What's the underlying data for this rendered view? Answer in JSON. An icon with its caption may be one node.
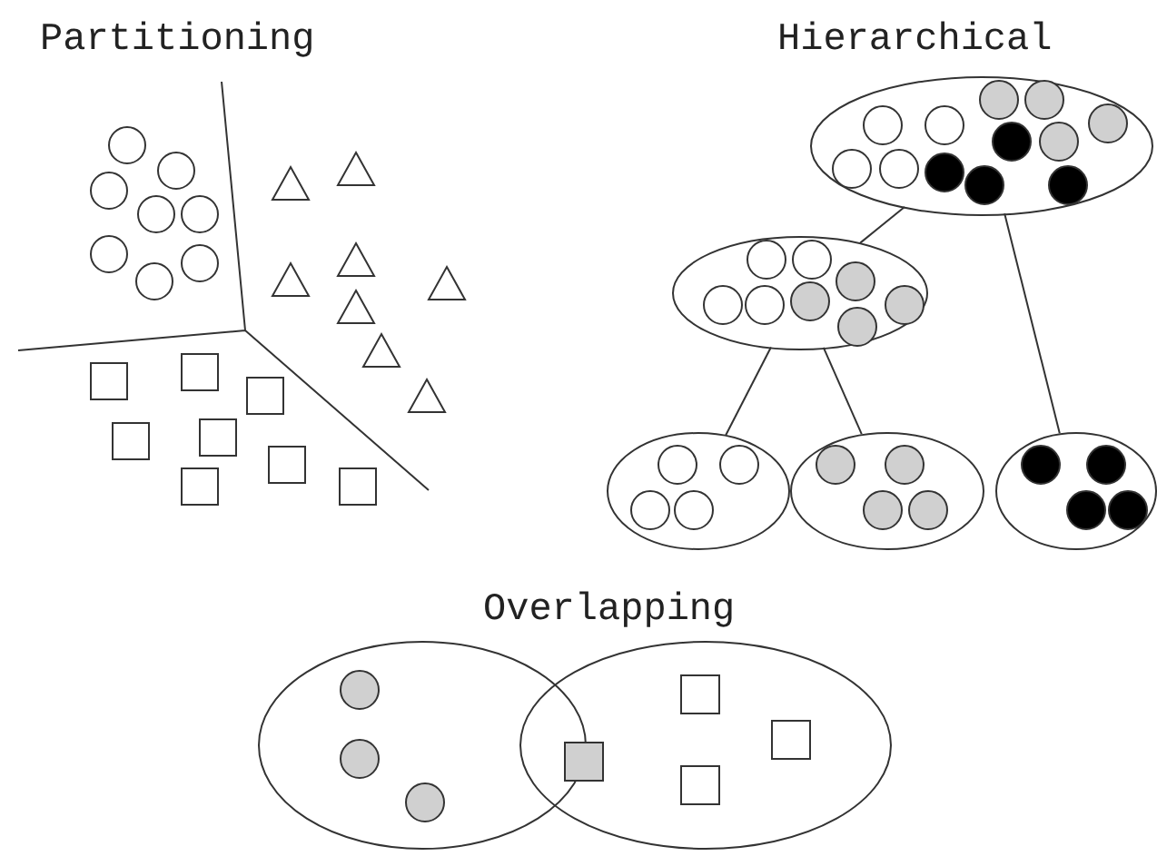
{
  "diagram": {
    "nodes": [
      {
        "text": [],
        "shape": "ellipse"
      },
      {
        "text": [],
        "shape": "ellipse"
      },
      {
        "text": [],
        "shape": "ellipse"
      },
      {
        "text": [],
        "shape": "ellipse"
      },
      {
        "text": [],
        "shape": "ellipse"
      },
      {
        "text": [],
        "shape": "ellipse"
      },
      {
        "text": [],
        "shape": "ellipse"
      }
    ],
    "edges": [
      {
        "from": 0,
        "to": 1,
        "arrow": "none"
      },
      {
        "from": 0,
        "to": 4,
        "arrow": "none"
      },
      {
        "from": 1,
        "to": 2,
        "arrow": "none"
      },
      {
        "from": 1,
        "to": 3,
        "arrow": "none"
      }
    ],
    "labels": [
      "Partitioning",
      "Hierarchical",
      "Overlapping"
    ]
  }
}
